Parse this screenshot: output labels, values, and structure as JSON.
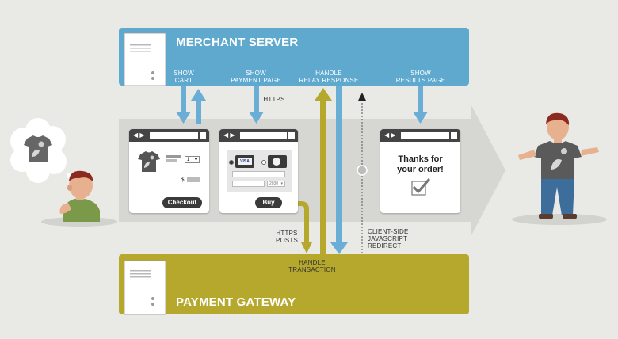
{
  "merchant_server": {
    "title": "MERCHANT SERVER"
  },
  "payment_gateway": {
    "title": "PAYMENT GATEWAY"
  },
  "steps": {
    "show_cart": [
      "SHOW",
      "CART"
    ],
    "show_payment_page": [
      "SHOW",
      "PAYMENT PAGE"
    ],
    "handle_relay_response": [
      "HANDLE",
      "RELAY RESPONSE"
    ],
    "show_results_page": [
      "SHOW",
      "RESULTS PAGE"
    ],
    "https": "HTTPS",
    "https_posts": [
      "HTTPS",
      "POSTS"
    ],
    "handle_transaction": [
      "HANDLE",
      "TRANSACTION"
    ],
    "client_side_redirect": [
      "CLIENT-SIDE",
      "JAVASCRIPT",
      "REDIRECT"
    ]
  },
  "cart_page": {
    "checkout_label": "Checkout",
    "price_symbol": "$",
    "qty_value": "1"
  },
  "payment_page": {
    "buy_label": "Buy",
    "card_logo": "VISA",
    "year_value": "2030"
  },
  "results_page": {
    "thanks_line1": "Thanks for",
    "thanks_line2": "your order!",
    "check_icon": "checkmark-icon"
  },
  "colors": {
    "merchant_blue": "#5fa9cf",
    "gateway_olive": "#b5a82c",
    "flow_gray": "#d6d6d3",
    "arrow_blue": "#6aaed6",
    "browser_bar": "#444444"
  }
}
